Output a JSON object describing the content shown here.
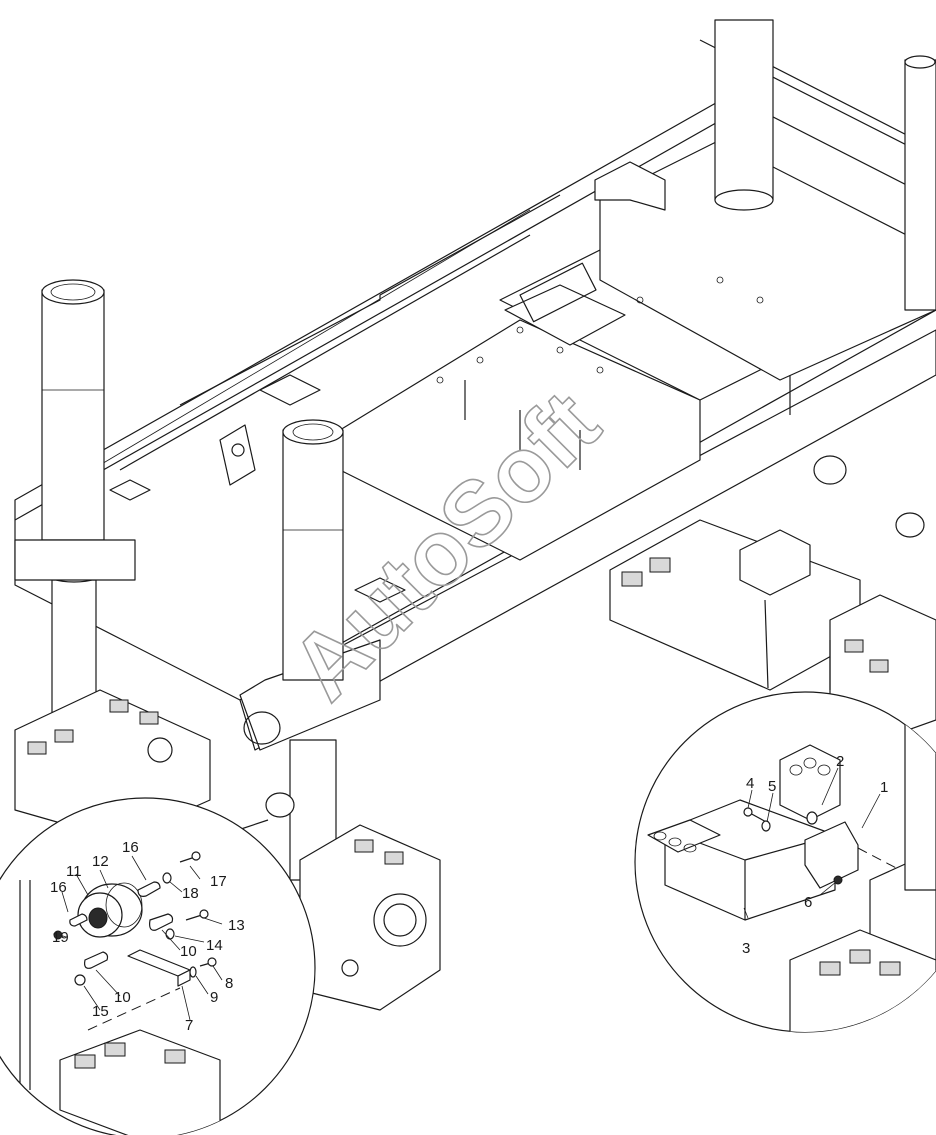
{
  "watermark": "AutoSoft",
  "callouts_left": [
    {
      "id": "c11",
      "text": "11"
    },
    {
      "id": "c12",
      "text": "12"
    },
    {
      "id": "c16a",
      "text": "16"
    },
    {
      "id": "c16b",
      "text": "16"
    },
    {
      "id": "c17",
      "text": "17"
    },
    {
      "id": "c18",
      "text": "18"
    },
    {
      "id": "c13",
      "text": "13"
    },
    {
      "id": "c14",
      "text": "14"
    },
    {
      "id": "c10a",
      "text": "10"
    },
    {
      "id": "c10b",
      "text": "10"
    },
    {
      "id": "c19",
      "text": "19"
    },
    {
      "id": "c8",
      "text": "8"
    },
    {
      "id": "c9",
      "text": "9"
    },
    {
      "id": "c15",
      "text": "15"
    },
    {
      "id": "c7",
      "text": "7"
    }
  ],
  "callouts_right": [
    {
      "id": "c1",
      "text": "1"
    },
    {
      "id": "c2",
      "text": "2"
    },
    {
      "id": "c3",
      "text": "3"
    },
    {
      "id": "c4",
      "text": "4"
    },
    {
      "id": "c5",
      "text": "5"
    },
    {
      "id": "c6",
      "text": "6"
    }
  ]
}
